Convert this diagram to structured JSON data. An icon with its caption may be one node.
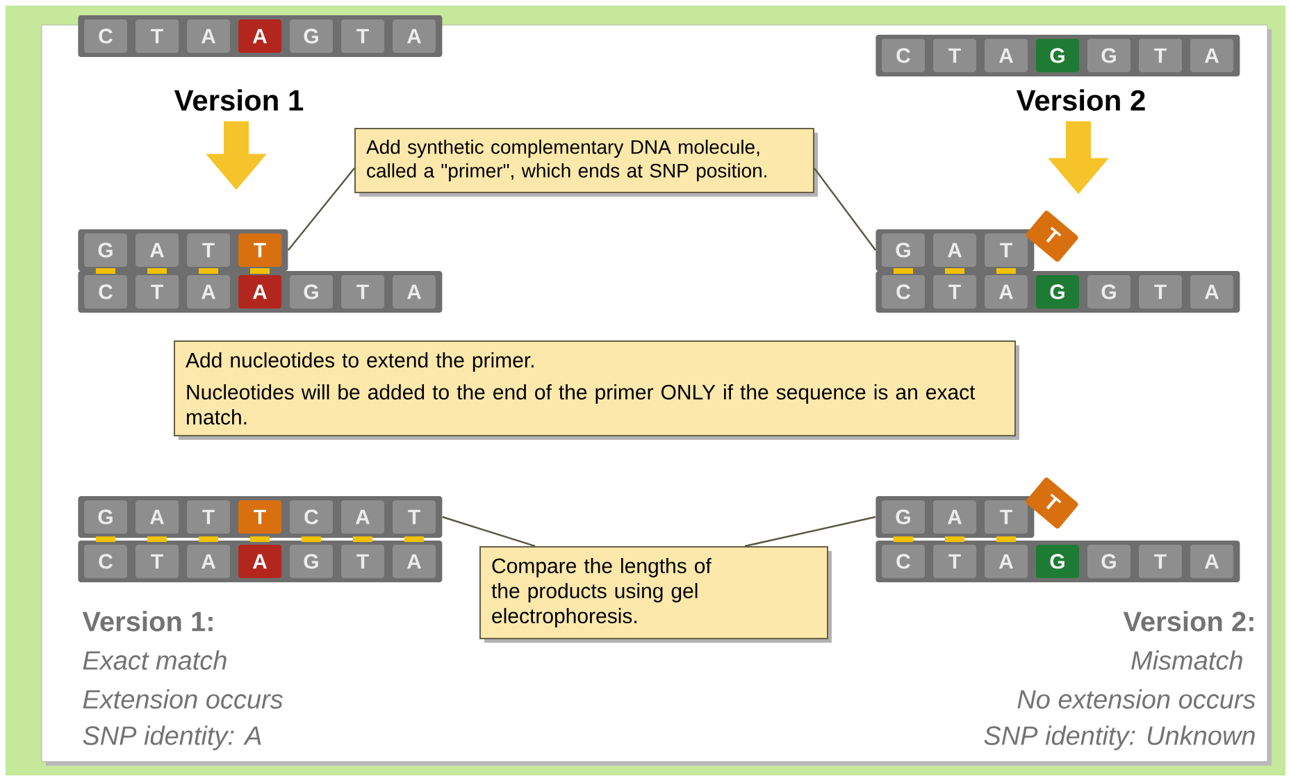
{
  "diagram": {
    "nodes": [
      {
        "text": [
          "C",
          "T",
          "A",
          "A",
          "G",
          "T",
          "A"
        ],
        "beside": [
          "Version 1"
        ]
      },
      {
        "text": [
          "C",
          "T",
          "A",
          "G",
          "G",
          "T",
          "A"
        ],
        "beside": [
          "Version 2"
        ]
      },
      {
        "text": [
          "Add synthetic complementary DNA molecule, called a \"primer\", which ends at SNP position."
        ]
      },
      {
        "text": [
          "G",
          "A",
          "T",
          "T"
        ]
      },
      {
        "text": [
          "G",
          "A",
          "T",
          "T"
        ]
      },
      {
        "text": [
          "C",
          "T",
          "A",
          "A",
          "G",
          "T",
          "A"
        ]
      },
      {
        "text": [
          "C",
          "T",
          "A",
          "G",
          "G",
          "T",
          "A"
        ]
      },
      {
        "text": [
          "Add nucleotides to extend the primer.",
          "Nucleotides will be added to the end of the primer ONLY if the sequence is an exact match."
        ]
      },
      {
        "text": [
          "G",
          "A",
          "T",
          "T",
          "C",
          "A",
          "T"
        ]
      },
      {
        "text": [
          "G",
          "A",
          "T",
          "T"
        ]
      },
      {
        "text": [
          "C",
          "T",
          "A",
          "A",
          "G",
          "T",
          "A"
        ]
      },
      {
        "text": [
          "C",
          "T",
          "A",
          "G",
          "G",
          "T",
          "A"
        ]
      },
      {
        "text": [
          "Compare the lengths of the products using gel electrophoresis."
        ]
      }
    ],
    "edges": [
      {
        "from": 0,
        "to": 3,
        "arrow": "to",
        "style": "thick",
        "color": "#f5c42a"
      },
      {
        "from": 1,
        "to": 4,
        "arrow": "to",
        "style": "thick",
        "color": "#f5c42a"
      },
      {
        "from": 2,
        "to": 3,
        "arrow": "none"
      },
      {
        "from": 2,
        "to": 4,
        "arrow": "none"
      },
      {
        "from": 12,
        "to": 8,
        "arrow": "none"
      },
      {
        "from": 12,
        "to": 9,
        "arrow": "none"
      }
    ],
    "labels": [
      "Version 1:",
      "Exact match",
      "Extension occurs",
      "SNP identity: A",
      "Version 2:",
      "Mismatch",
      "No extension occurs",
      "SNP identity: Unknown"
    ]
  }
}
